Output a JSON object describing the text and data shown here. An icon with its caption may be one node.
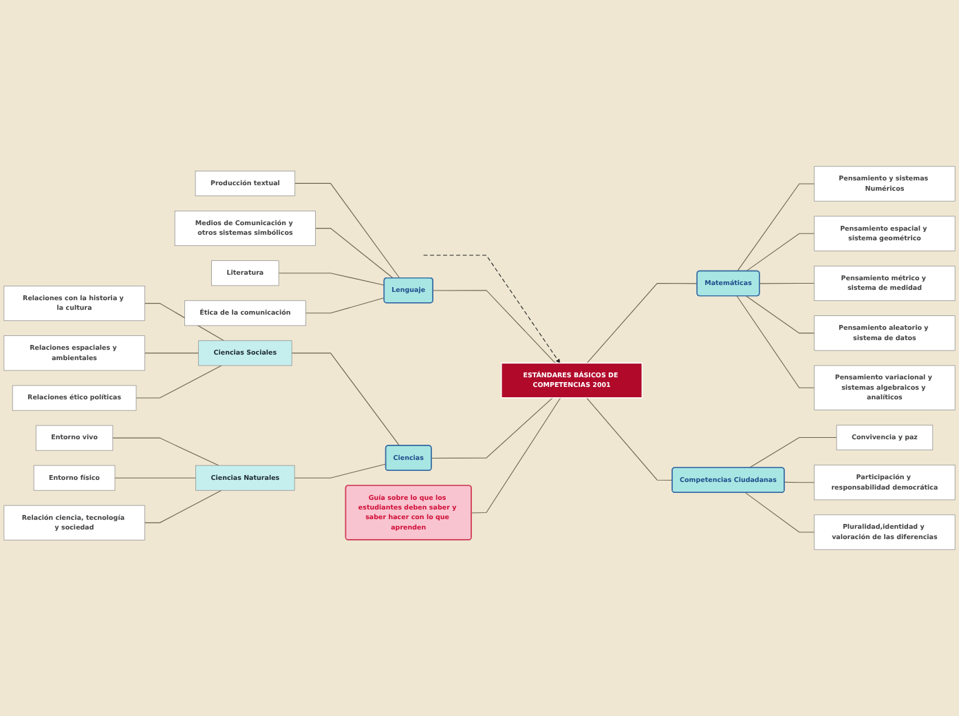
{
  "diagram": {
    "nodes": [
      {
        "text": [
          "ESTÁNDARES BÁSICOS DE COMPETENCIAS 2001"
        ]
      },
      {
        "text": [
          "Matemáticas"
        ]
      },
      {
        "text": [
          "Pensamiento y sistemas Numéricos"
        ]
      },
      {
        "text": [
          "Pensamiento espacial y sistema geométrico"
        ]
      },
      {
        "text": [
          "Pensamiento métrico y sistema de medidad"
        ]
      },
      {
        "text": [
          "Pensamiento aleatorio y sistema de datos"
        ]
      },
      {
        "text": [
          "Pensamiento variacional y sistemas algebraicos y analíticos"
        ]
      },
      {
        "text": [
          "Lenguaje"
        ]
      },
      {
        "text": [
          "Producción textual"
        ]
      },
      {
        "text": [
          "Medios de Comunicación y otros sistemas simbólicos"
        ]
      },
      {
        "text": [
          "Literatura"
        ]
      },
      {
        "text": [
          "Ética de la comunicación"
        ]
      },
      {
        "text": [
          "Competencias Ciudadanas"
        ]
      },
      {
        "text": [
          "Convivencia y paz"
        ]
      },
      {
        "text": [
          "Participación y responsabilidad democrática"
        ]
      },
      {
        "text": [
          "Pluralidad,identidad y valoración de las diferencias"
        ]
      },
      {
        "text": [
          "Ciencias"
        ]
      },
      {
        "text": [
          "Ciencias Sociales"
        ]
      },
      {
        "text": [
          "Relaciones con la historia y la cultura"
        ]
      },
      {
        "text": [
          "Relaciones espaciales y ambientales"
        ]
      },
      {
        "text": [
          "Relaciones ético políticas"
        ]
      },
      {
        "text": [
          "Ciencias Naturales"
        ]
      },
      {
        "text": [
          "Entorno vivo"
        ]
      },
      {
        "text": [
          "Entorno físico"
        ]
      },
      {
        "text": [
          "Relación ciencia, tecnología y sociedad"
        ]
      },
      {
        "text": [
          "Guía sobre lo que los estudiantes deben saber y saber hacer con lo que aprenden"
        ]
      }
    ],
    "edges": [
      {
        "from": null,
        "to": 0,
        "arrow": "to",
        "style": "dashed",
        "color": "#222222"
      },
      {
        "from": 0,
        "to": 1,
        "arrow": "none"
      },
      {
        "from": 1,
        "to": 2,
        "arrow": "none"
      },
      {
        "from": 1,
        "to": 3,
        "arrow": "none"
      },
      {
        "from": 1,
        "to": 4,
        "arrow": "none"
      },
      {
        "from": 1,
        "to": 5,
        "arrow": "none"
      },
      {
        "from": 1,
        "to": 6,
        "arrow": "none"
      },
      {
        "from": 7,
        "to": 0,
        "arrow": "none"
      },
      {
        "from": 8,
        "to": 7,
        "arrow": "none"
      },
      {
        "from": 9,
        "to": 7,
        "arrow": "none"
      },
      {
        "from": 10,
        "to": 7,
        "arrow": "none"
      },
      {
        "from": 11,
        "to": 7,
        "arrow": "none"
      },
      {
        "from": 0,
        "to": 12,
        "arrow": "none"
      },
      {
        "from": 12,
        "to": 13,
        "arrow": "none"
      },
      {
        "from": 12,
        "to": 14,
        "arrow": "none"
      },
      {
        "from": 12,
        "to": 15,
        "arrow": "none"
      },
      {
        "from": 16,
        "to": 0,
        "arrow": "none"
      },
      {
        "from": 17,
        "to": 16,
        "arrow": "none"
      },
      {
        "from": 18,
        "to": 17,
        "arrow": "none"
      },
      {
        "from": 19,
        "to": 17,
        "arrow": "none"
      },
      {
        "from": 20,
        "to": 17,
        "arrow": "none"
      },
      {
        "from": 21,
        "to": 16,
        "arrow": "none"
      },
      {
        "from": 22,
        "to": 21,
        "arrow": "none"
      },
      {
        "from": 23,
        "to": 21,
        "arrow": "none"
      },
      {
        "from": 24,
        "to": 21,
        "arrow": "none"
      },
      {
        "from": 25,
        "to": 0,
        "arrow": "none"
      }
    ]
  }
}
